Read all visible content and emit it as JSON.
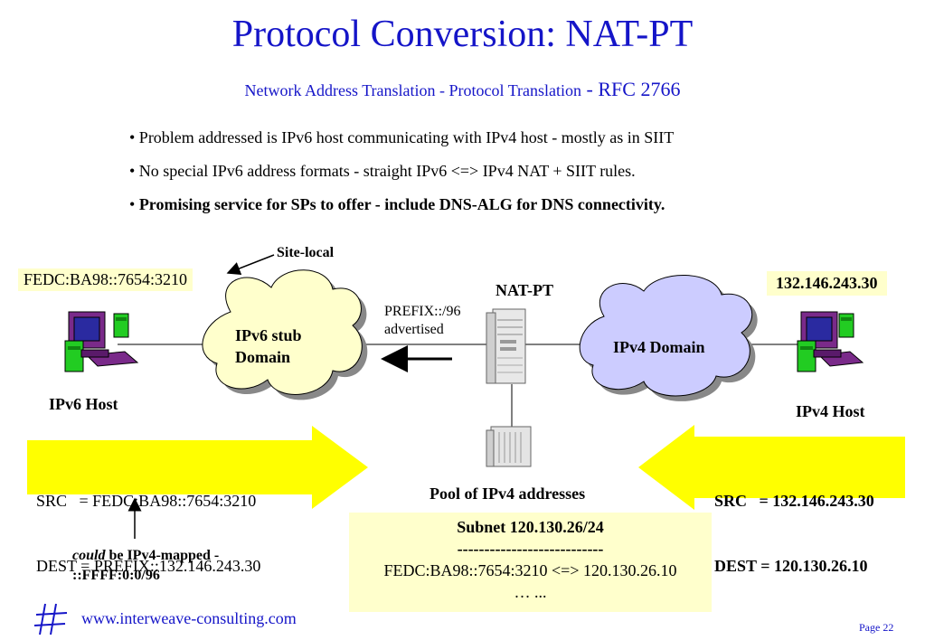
{
  "title": "Protocol Conversion: NAT-PT",
  "subtitle": {
    "main": "Network Address Translation - Protocol Translation",
    "rfc": " - RFC 2766"
  },
  "bullets": [
    "• Problem addressed is IPv6 host communicating with IPv4 host - mostly as in SIIT",
    "• No special IPv6 address formats - straight IPv6 <=> IPv4 NAT + SIIT rules.",
    "Promising service for SPs to offer - include DNS-ALG for DNS connectivity."
  ],
  "bullet_prefix": "• ",
  "diagram": {
    "site_local": "Site-local",
    "ipv6_address": "FEDC:BA98::7654:3210",
    "ipv4_address": "132.146.243.30",
    "ipv6_cloud": [
      "IPv6 stub",
      "Domain"
    ],
    "ipv4_cloud": "IPv4 Domain",
    "nat_pt": "NAT-PT",
    "prefix": [
      "PREFIX::/96",
      "advertised"
    ],
    "ipv6_host": "IPv6 Host",
    "ipv4_host": "IPv4 Host",
    "left_packet": [
      "SRC   = FEDC:BA98::7654:3210",
      "DEST = PREFIX::132.146.243.30"
    ],
    "right_packet": [
      "SRC   = 132.146.243.30",
      "DEST = 120.130.26.10"
    ],
    "pool_label": "Pool of IPv4 addresses",
    "subnet": [
      "Subnet 120.130.26/24",
      "---------------------------",
      "FEDC:BA98::7654:3210 <=> 120.130.26.10",
      "…   ..."
    ],
    "note_italic": "could",
    "note_rest": " be IPv4-mapped -",
    "note_line2": "::FFFF:0:0/96"
  },
  "colors": {
    "title_blue": "#1515c8",
    "packet_yellow": "#ffff00",
    "box_cream": "#ffffcc",
    "cloud_ipv6": "#ffffcc",
    "cloud_ipv4": "#ccccff"
  },
  "footer": {
    "url": "www.interweave-consulting.com",
    "page": "Page 22"
  }
}
